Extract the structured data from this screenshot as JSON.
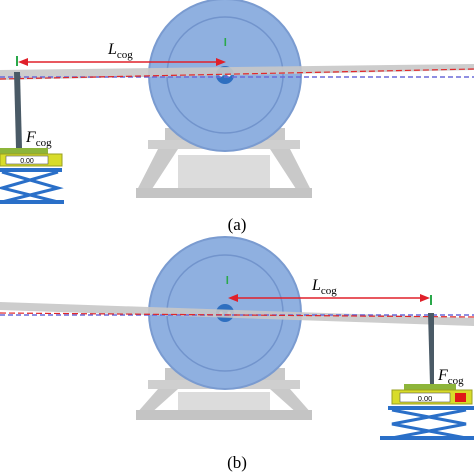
{
  "panels": [
    {
      "caption": "(a)",
      "length_symbol": "L",
      "length_subscript": "cog",
      "force_symbol": "F",
      "force_subscript": "cog",
      "scale_reading": "0.00"
    },
    {
      "caption": "(b)",
      "length_symbol": "L",
      "length_subscript": "cog",
      "force_symbol": "F",
      "force_subscript": "cog",
      "scale_reading": "0.00"
    }
  ],
  "colors": {
    "motor_fill": "#8fb0e0",
    "motor_stroke": "#6f92c8",
    "hub": "#2e6fc0",
    "stand": "#c9c9c9",
    "beam": "#c8c8c8",
    "arrow": "#e0202a",
    "dashed_red": "#e0282a",
    "dashed_blue": "#6a6ad8",
    "scale_base": "#d8dc2a",
    "scale_top": "#8db53a",
    "jack": "#2a6fc8",
    "rod": "#4a5a66",
    "marker_green": "#2aa84a",
    "indicator_red": "#e01818"
  }
}
